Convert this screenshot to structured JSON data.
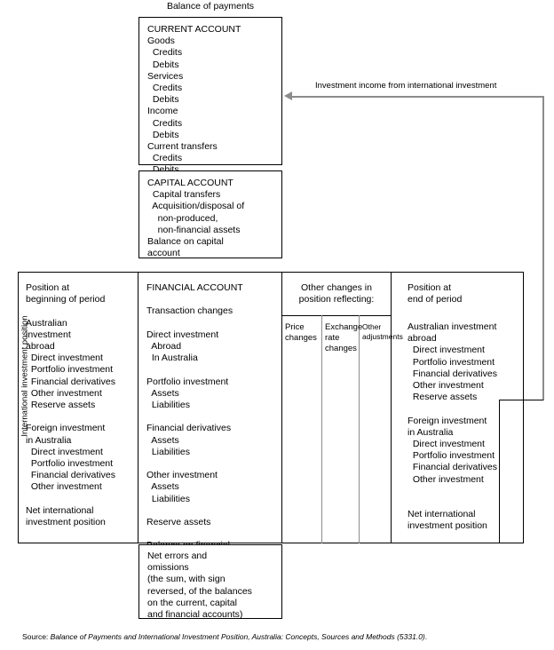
{
  "title": "Balance of payments",
  "side_label": "International investment position",
  "arrow": {
    "label": "Investment income from international investment",
    "color": "#8c8c8c",
    "direction": "left"
  },
  "boxes": {
    "current_account": {
      "heading": "CURRENT ACCOUNT",
      "text": "CURRENT ACCOUNT\nGoods\n  Credits\n  Debits\nServices\n  Credits\n  Debits\nIncome\n  Credits\n  Debits\nCurrent transfers\n  Credits\n  Debits"
    },
    "capital_account": {
      "heading": "CAPITAL ACCOUNT",
      "text": "CAPITAL ACCOUNT\n  Capital transfers\n  Acquisition/disposal of\n    non-produced,\n    non-financial assets\nBalance on capital\naccount"
    },
    "position_beginning": {
      "heading": "Position at\nbeginning of period",
      "text": "Position at\nbeginning of period\n\nAustralian\ninvestment\nabroad\n  Direct investment\n  Portfolio investment\n  Financial derivatives\n  Other investment\n  Reserve assets\n\nForeign investment\nin Australia\n  Direct investment\n  Portfolio investment\n  Financial derivatives\n  Other investment\n\nNet international\ninvestment position"
    },
    "financial_account": {
      "heading": "FINANCIAL ACCOUNT",
      "text": "FINANCIAL ACCOUNT\n\nTransaction changes\n\nDirect investment\n  Abroad\n  In Australia\n\nPortfolio investment\n  Assets\n  Liabilities\n\nFinancial derivatives\n  Assets\n  Liabilities\n\nOther investment\n  Assets\n  Liabilities\n\nReserve assets\n\nBalance on financial\naccount"
    },
    "other_changes": {
      "title": "Other changes in\nposition reflecting:",
      "columns": [
        "Price\nchanges",
        "Exchange\nrate\nchanges",
        "Other\nadjustments"
      ]
    },
    "position_end": {
      "heading": "Position at\nend of period",
      "body": "Australian investment\nabroad\n  Direct investment\n  Portfolio investment\n  Financial derivatives\n  Other investment\n  Reserve assets\n\nForeign investment\nin Australia\n  Direct investment\n  Portfolio investment\n  Financial derivatives\n  Other investment\n\n\nNet international\ninvestment position"
    },
    "net_errors": {
      "text": "Net errors and\nomissions\n(the sum, with sign\nreversed, of the balances\non the current, capital\nand financial accounts)"
    }
  },
  "source": {
    "prefix": "Source: ",
    "italic": "Balance of Payments and International Investment Position, Australia: Concepts, Sources and Methods (5331.0)",
    "suffix": "."
  }
}
